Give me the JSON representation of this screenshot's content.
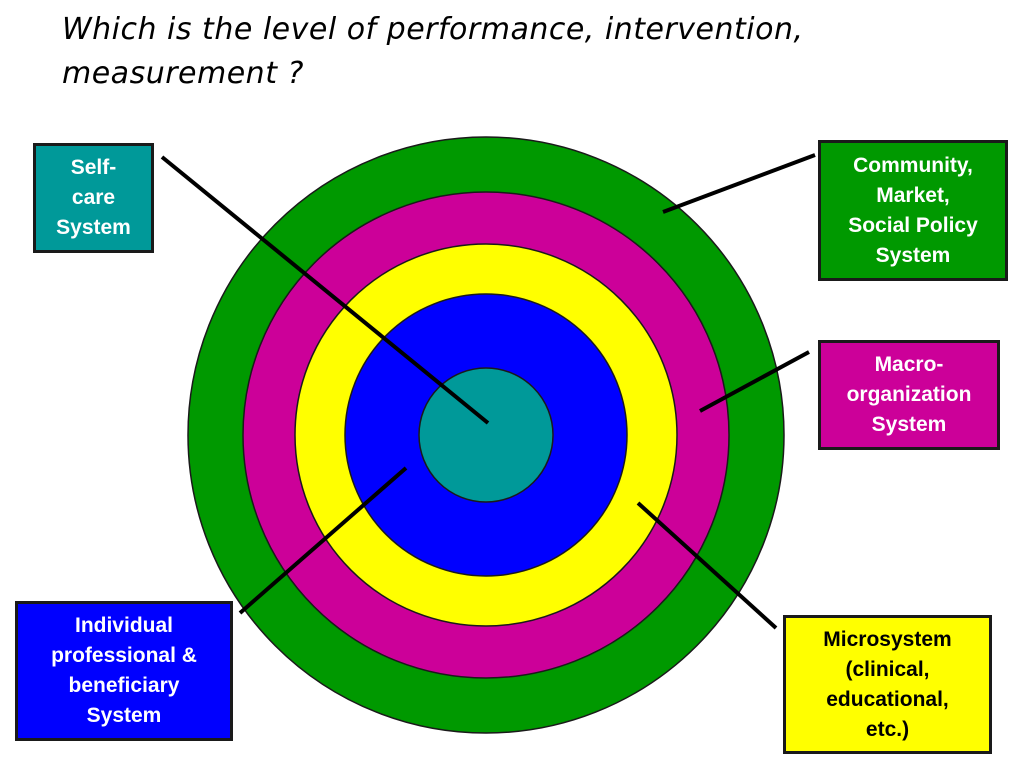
{
  "slide": {
    "title_lines": [
      "Which is the level of performance, intervention,",
      "measurement ?"
    ]
  },
  "colors": {
    "outer_ring": "#009900",
    "second_ring": "#cc0099",
    "third_ring": "#ffff00",
    "fourth_ring": "#0000ff",
    "center": "#009999",
    "line": "#000000"
  },
  "labels": {
    "self_care": {
      "lines": [
        "Self-",
        "care",
        "System"
      ],
      "bg": "#009999",
      "text_color": "#ffffff"
    },
    "community": {
      "lines": [
        "Community,",
        "Market,",
        "Social Policy",
        "System"
      ],
      "bg": "#009900",
      "text_color": "#ffffff"
    },
    "macro": {
      "lines": [
        "Macro-",
        "organization",
        "System"
      ],
      "bg": "#cc0099",
      "text_color": "#ffffff"
    },
    "micro": {
      "lines": [
        "Microsystem",
        "(clinical,",
        "educational,",
        "etc.)"
      ],
      "bg": "#ffff00",
      "text_color": "#000000"
    },
    "individual": {
      "lines": [
        "Individual",
        "professional &",
        "beneficiary",
        "System"
      ],
      "bg": "#0000ff",
      "text_color": "#ffffff"
    }
  }
}
